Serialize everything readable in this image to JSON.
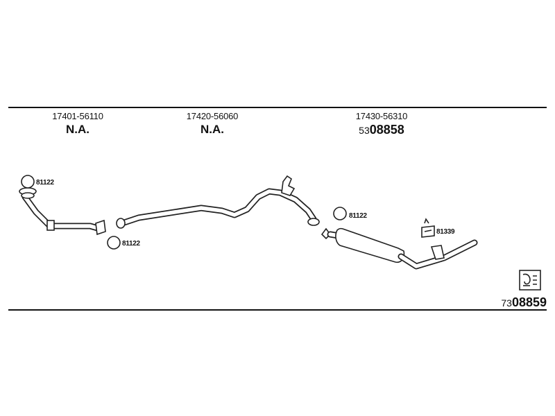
{
  "parts": [
    {
      "part_number": "17401-56110",
      "status": "N.A."
    },
    {
      "part_number": "17420-56060",
      "status": "N.A."
    },
    {
      "part_number": "17430-56310",
      "ref_prefix": "53",
      "ref_main": "08858"
    }
  ],
  "clips": [
    {
      "label": "81122"
    },
    {
      "label": "81122"
    },
    {
      "label": "81122"
    },
    {
      "label": "81339"
    }
  ],
  "catalog": {
    "prefix": "73",
    "main": "08859"
  },
  "icon": "manual-book-icon"
}
